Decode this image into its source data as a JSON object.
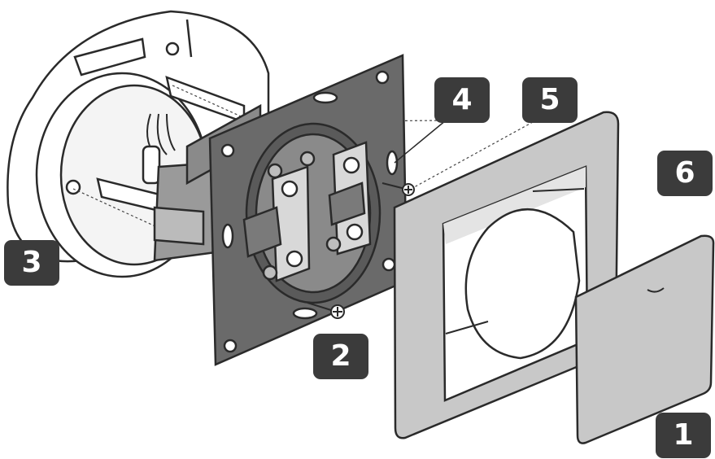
{
  "colors": {
    "badge_bg": "#3b3b3b",
    "badge_text": "#ffffff",
    "outline": "#2a2a2a",
    "frame_fill": "#c8c8c8",
    "plate_fill": "#6a6a6a",
    "cover_fill": "#c8c8c8",
    "box_fill": "#ffffff"
  },
  "callouts": [
    {
      "id": "1",
      "label": "1"
    },
    {
      "id": "2",
      "label": "2"
    },
    {
      "id": "3",
      "label": "3"
    },
    {
      "id": "4",
      "label": "4"
    },
    {
      "id": "5",
      "label": "5"
    },
    {
      "id": "6",
      "label": "6"
    }
  ]
}
